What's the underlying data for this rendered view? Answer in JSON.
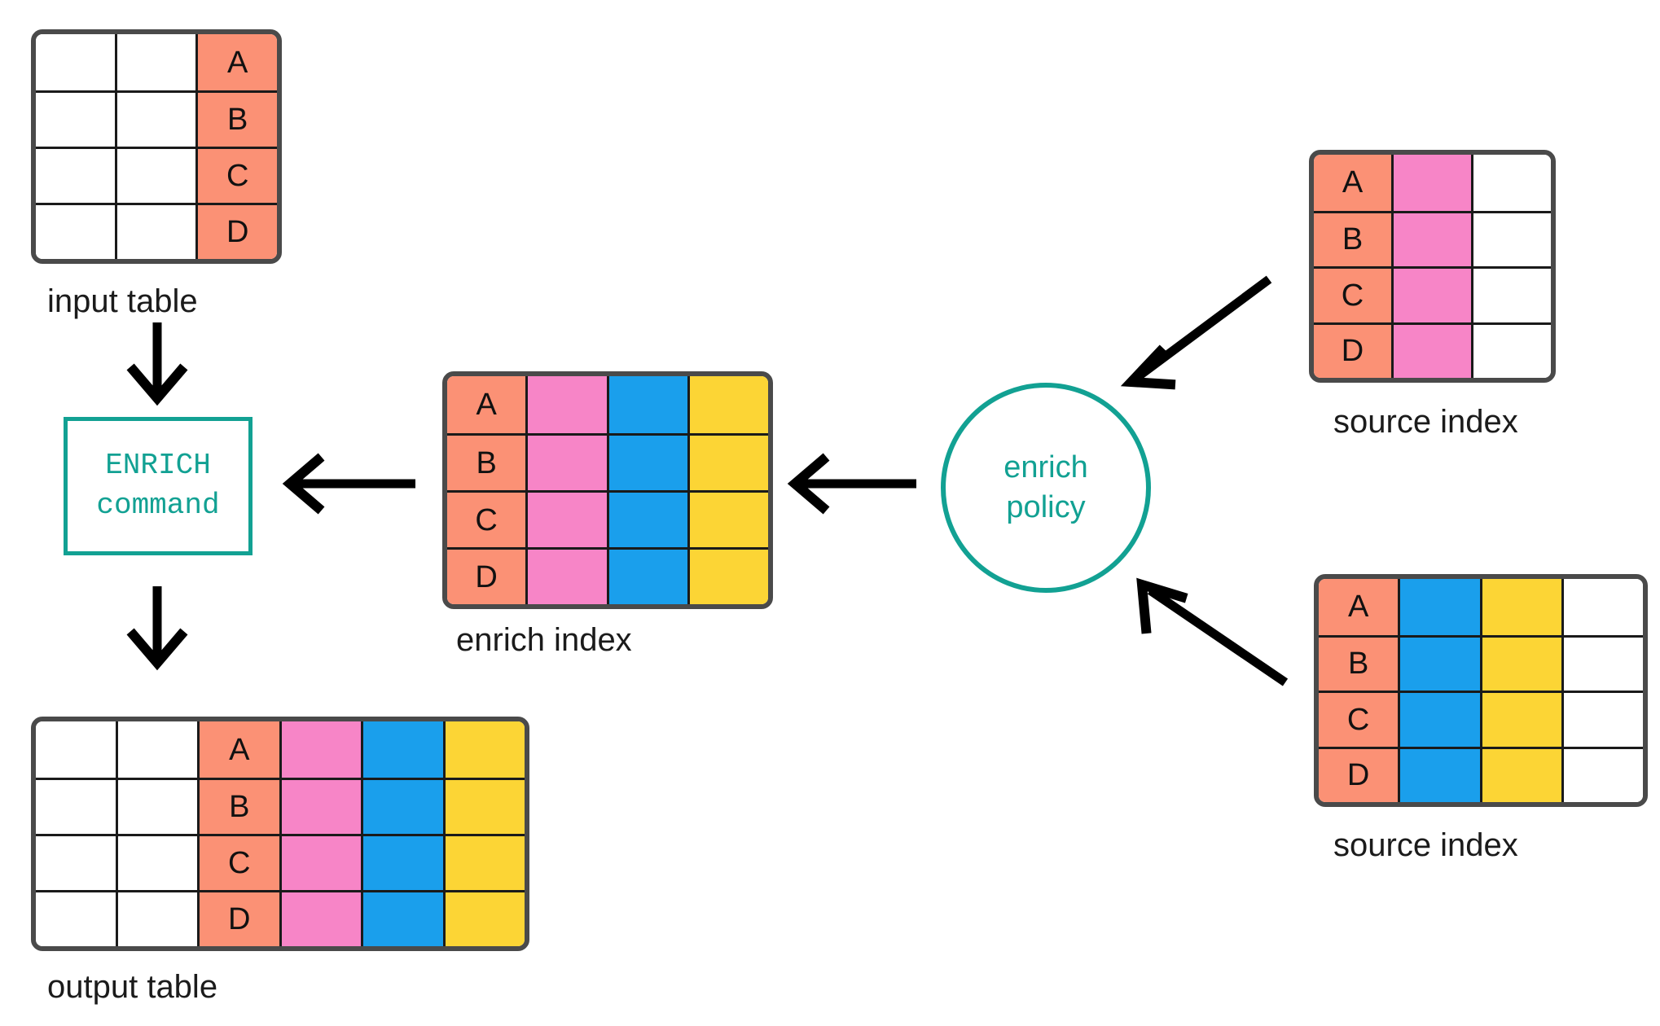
{
  "colors": {
    "key": "#fb9175",
    "pink": "#f785c7",
    "blue": "#1a9fec",
    "yellow": "#fcd535",
    "empty": "#ffffff",
    "accent": "#12a193",
    "table_border": "#4a4a4a",
    "grid_line": "#1a1a1a",
    "arrow": "#000000"
  },
  "keys": [
    "A",
    "B",
    "C",
    "D"
  ],
  "input_table": {
    "caption": "input table",
    "columns": [
      "empty",
      "empty",
      "key"
    ],
    "rows": [
      [
        {
          "text": "",
          "color": "empty"
        },
        {
          "text": "",
          "color": "empty"
        },
        {
          "text": "A",
          "color": "key"
        }
      ],
      [
        {
          "text": "",
          "color": "empty"
        },
        {
          "text": "",
          "color": "empty"
        },
        {
          "text": "B",
          "color": "key"
        }
      ],
      [
        {
          "text": "",
          "color": "empty"
        },
        {
          "text": "",
          "color": "empty"
        },
        {
          "text": "C",
          "color": "key"
        }
      ],
      [
        {
          "text": "",
          "color": "empty"
        },
        {
          "text": "",
          "color": "empty"
        },
        {
          "text": "D",
          "color": "key"
        }
      ]
    ]
  },
  "output_table": {
    "caption": "output table",
    "columns": [
      "empty",
      "empty",
      "key",
      "pink",
      "blue",
      "yellow"
    ],
    "rows": [
      [
        {
          "text": "",
          "color": "empty"
        },
        {
          "text": "",
          "color": "empty"
        },
        {
          "text": "A",
          "color": "key"
        },
        {
          "text": "",
          "color": "pink"
        },
        {
          "text": "",
          "color": "blue"
        },
        {
          "text": "",
          "color": "yellow"
        }
      ],
      [
        {
          "text": "",
          "color": "empty"
        },
        {
          "text": "",
          "color": "empty"
        },
        {
          "text": "B",
          "color": "key"
        },
        {
          "text": "",
          "color": "pink"
        },
        {
          "text": "",
          "color": "blue"
        },
        {
          "text": "",
          "color": "yellow"
        }
      ],
      [
        {
          "text": "",
          "color": "empty"
        },
        {
          "text": "",
          "color": "empty"
        },
        {
          "text": "C",
          "color": "key"
        },
        {
          "text": "",
          "color": "pink"
        },
        {
          "text": "",
          "color": "blue"
        },
        {
          "text": "",
          "color": "yellow"
        }
      ],
      [
        {
          "text": "",
          "color": "empty"
        },
        {
          "text": "",
          "color": "empty"
        },
        {
          "text": "D",
          "color": "key"
        },
        {
          "text": "",
          "color": "pink"
        },
        {
          "text": "",
          "color": "blue"
        },
        {
          "text": "",
          "color": "yellow"
        }
      ]
    ]
  },
  "enrich_index": {
    "caption": "enrich index",
    "columns": [
      "key",
      "pink",
      "blue",
      "yellow"
    ],
    "rows": [
      [
        {
          "text": "A",
          "color": "key"
        },
        {
          "text": "",
          "color": "pink"
        },
        {
          "text": "",
          "color": "blue"
        },
        {
          "text": "",
          "color": "yellow"
        }
      ],
      [
        {
          "text": "B",
          "color": "key"
        },
        {
          "text": "",
          "color": "pink"
        },
        {
          "text": "",
          "color": "blue"
        },
        {
          "text": "",
          "color": "yellow"
        }
      ],
      [
        {
          "text": "C",
          "color": "key"
        },
        {
          "text": "",
          "color": "pink"
        },
        {
          "text": "",
          "color": "blue"
        },
        {
          "text": "",
          "color": "yellow"
        }
      ],
      [
        {
          "text": "D",
          "color": "key"
        },
        {
          "text": "",
          "color": "pink"
        },
        {
          "text": "",
          "color": "blue"
        },
        {
          "text": "",
          "color": "yellow"
        }
      ]
    ]
  },
  "source_index_top": {
    "caption": "source index",
    "columns": [
      "key",
      "pink",
      "empty"
    ],
    "rows": [
      [
        {
          "text": "A",
          "color": "key"
        },
        {
          "text": "",
          "color": "pink"
        },
        {
          "text": "",
          "color": "empty"
        }
      ],
      [
        {
          "text": "B",
          "color": "key"
        },
        {
          "text": "",
          "color": "pink"
        },
        {
          "text": "",
          "color": "empty"
        }
      ],
      [
        {
          "text": "C",
          "color": "key"
        },
        {
          "text": "",
          "color": "pink"
        },
        {
          "text": "",
          "color": "empty"
        }
      ],
      [
        {
          "text": "D",
          "color": "key"
        },
        {
          "text": "",
          "color": "pink"
        },
        {
          "text": "",
          "color": "empty"
        }
      ]
    ]
  },
  "source_index_bottom": {
    "caption": "source index",
    "columns": [
      "key",
      "blue",
      "yellow",
      "empty"
    ],
    "rows": [
      [
        {
          "text": "A",
          "color": "key"
        },
        {
          "text": "",
          "color": "blue"
        },
        {
          "text": "",
          "color": "yellow"
        },
        {
          "text": "",
          "color": "empty"
        }
      ],
      [
        {
          "text": "B",
          "color": "key"
        },
        {
          "text": "",
          "color": "blue"
        },
        {
          "text": "",
          "color": "yellow"
        },
        {
          "text": "",
          "color": "empty"
        }
      ],
      [
        {
          "text": "C",
          "color": "key"
        },
        {
          "text": "",
          "color": "blue"
        },
        {
          "text": "",
          "color": "yellow"
        },
        {
          "text": "",
          "color": "empty"
        }
      ],
      [
        {
          "text": "D",
          "color": "key"
        },
        {
          "text": "",
          "color": "blue"
        },
        {
          "text": "",
          "color": "yellow"
        },
        {
          "text": "",
          "color": "empty"
        }
      ]
    ]
  },
  "enrich_command": {
    "line1": "ENRICH",
    "line2": "command"
  },
  "enrich_policy": {
    "line1": "enrich",
    "line2": "policy"
  },
  "arrows": [
    {
      "name": "input-to-command",
      "direction": "down"
    },
    {
      "name": "command-to-output",
      "direction": "down"
    },
    {
      "name": "enrich-index-to-command",
      "direction": "left"
    },
    {
      "name": "policy-to-enrich-index",
      "direction": "left"
    },
    {
      "name": "source-top-to-policy",
      "direction": "down-left"
    },
    {
      "name": "source-bottom-to-policy",
      "direction": "up-left"
    }
  ]
}
